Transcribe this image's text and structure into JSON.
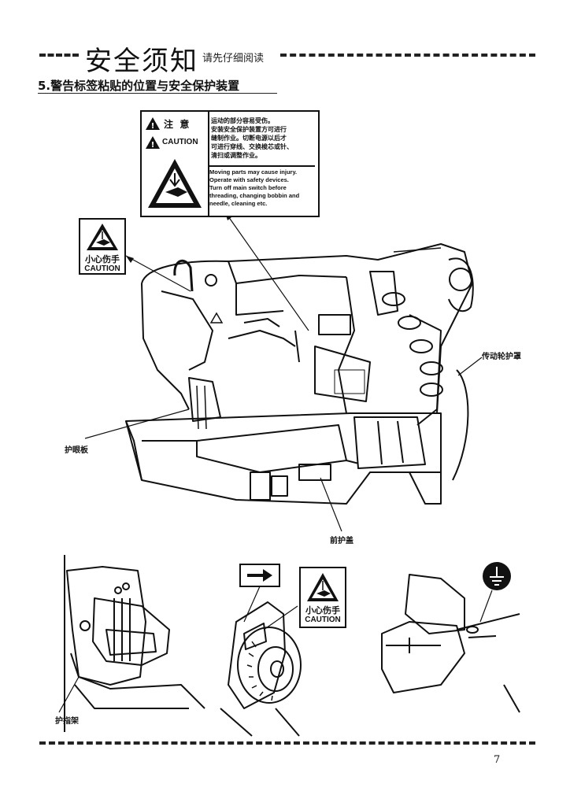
{
  "header": {
    "title": "安全须知",
    "subtitle": "请先仔细阅读"
  },
  "section": {
    "title": "5.警告标签粘贴的位置与安全保护装置"
  },
  "notice_sign": {
    "attention_cn": "注  意",
    "caution_en": "CAUTION",
    "cn_lines": [
      "运动的部分容易受伤。",
      "安装安全保护装置方可进行",
      "缝制作业。切断电源以后才",
      "可进行穿线、交换梭芯或针、",
      "清扫或调整作业。"
    ],
    "en_lines": [
      "Moving parts may cause injury.",
      "Operate with safety devices.",
      "Turn off main switch before",
      "threading, changing bobbin and",
      "needle, cleaning etc."
    ]
  },
  "small_caution_1": {
    "cn": "小心伤手",
    "en": "CAUTION"
  },
  "small_caution_2": {
    "cn": "小心伤手",
    "en": "CAUTION"
  },
  "labels": {
    "pulley_cover": "传动轮护罩",
    "eye_guard": "护眼板",
    "front_cover": "前护盖",
    "finger_guard": "护指架"
  },
  "direction_sign": "arrow-right-icon",
  "ground_symbol": "ground-icon",
  "page_number": "7"
}
